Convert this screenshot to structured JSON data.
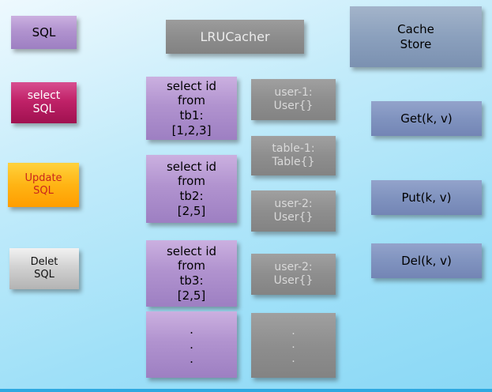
{
  "palette": {
    "background_top": "#eef9fe",
    "background_bottom": "#8ad8f5",
    "purple_node": "#a98bc9",
    "crimson_node": "#b51b5e",
    "orange_node": "#ffb414",
    "silver_node": "#d2d2d2",
    "gray_node": "#8d8d8d",
    "slate_node": "#8ba0bd",
    "blue_op_node": "#8093bf"
  },
  "left_column": {
    "sql": "SQL",
    "select_sql": "select\nSQL",
    "update_sql": "Update\nSQL",
    "delete_sql": "Delet\nSQL"
  },
  "cacher": {
    "title": "LRUCacher",
    "queries": [
      "select id\nfrom\ntb1:\n[1,2,3]",
      "select id\nfrom\ntb2:\n[2,5]",
      "select id\nfrom\ntb3:\n[2,5]",
      ".\n.\n."
    ],
    "values": [
      "user-1:\nUser{}",
      "table-1:\nTable{}",
      "user-2:\nUser{}",
      "user-2:\nUser{}",
      ".\n.\n."
    ]
  },
  "store": {
    "title": "Cache\nStore",
    "operations": [
      "Get(k, v)",
      "Put(k, v)",
      "Del(k, v)"
    ]
  }
}
